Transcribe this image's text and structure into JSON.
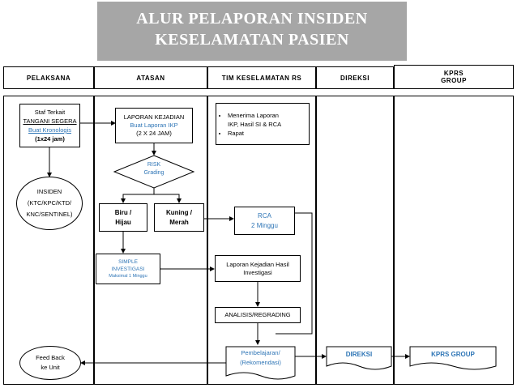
{
  "title": {
    "line1": "ALUR PELAPORAN INSIDEN",
    "line2": "KESELAMATAN PASIEN"
  },
  "lanes": {
    "pelaksana": "PELAKSANA",
    "atasan": "ATASAN",
    "tim": "TIM KESELAMATAN RS",
    "direksi": "DIREKSI",
    "kprs_line1": "KPRS",
    "kprs_line2": "GROUP"
  },
  "nodes": {
    "staf": {
      "line1": "Staf Terkait",
      "line2": "TANGANI SEGERA",
      "line3": "Buat Kronologis",
      "line4": "(1x24 jam)"
    },
    "insiden": {
      "line1": "INSIDEN",
      "line2": "(KTC/KPC/KTD/",
      "line3": "KNC/SENTINEL)"
    },
    "feedback": {
      "line1": "Feed Back",
      "line2": "ke Unit"
    },
    "laporan": {
      "line1": "LAPORAN KEJADIAN",
      "line2": "Buat Laporan IKP",
      "line3": "(2 X 24 JAM)"
    },
    "risk": {
      "line1": "RISK",
      "line2": "Grading"
    },
    "biru": {
      "line1": "Biru /",
      "line2": "Hijau"
    },
    "kuning": {
      "line1": "Kuning /",
      "line2": "Merah"
    },
    "simple": {
      "line1": "SIMPLE",
      "line2": "INVESTIGASI",
      "line3": "Maksimal 1 Minggu"
    },
    "menerima": {
      "item1a": "Menerima    Laporan",
      "item1b": "IKP, Hasil SI & RCA",
      "item2": "Rapat"
    },
    "rca": {
      "line1": "RCA",
      "line2": "2 Minggu"
    },
    "laporan_hasil": {
      "line1": "Laporan Kejadian Hasil",
      "line2": "Investigasi"
    },
    "analisis": {
      "line1": "ANALISIS/REGRADING"
    },
    "pembelajaran": {
      "line1": "Pembelajaran/",
      "line2": "(Rekomendasi)"
    },
    "direksi_doc": {
      "line1": "DIREKSI"
    },
    "kprs_doc": {
      "line1": "KPRS GROUP"
    }
  },
  "colors": {
    "title_bg": "#a6a6a6",
    "accent_text": "#2e75b6"
  }
}
